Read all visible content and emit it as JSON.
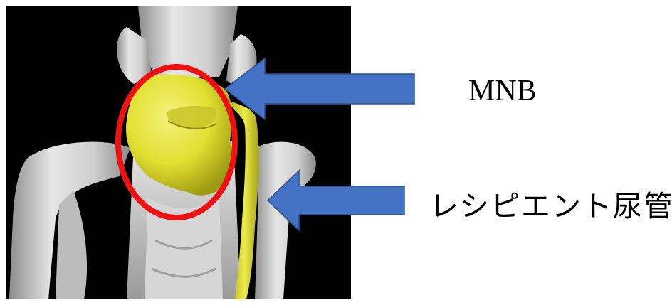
{
  "labels": {
    "mnb": "MNB",
    "recipient_ureter": "レシピエント尿管"
  },
  "colors": {
    "background": "#000000",
    "bone": "#d8d8d8",
    "bladder_tissue": "#e3e236",
    "highlight_circle": "#ee1111",
    "arrow": "#4472c4",
    "arrow_outline": "#2f528f"
  },
  "image": {
    "description_tags": [
      "3d-ct-render",
      "pelvis",
      "bladder",
      "ureter"
    ]
  }
}
